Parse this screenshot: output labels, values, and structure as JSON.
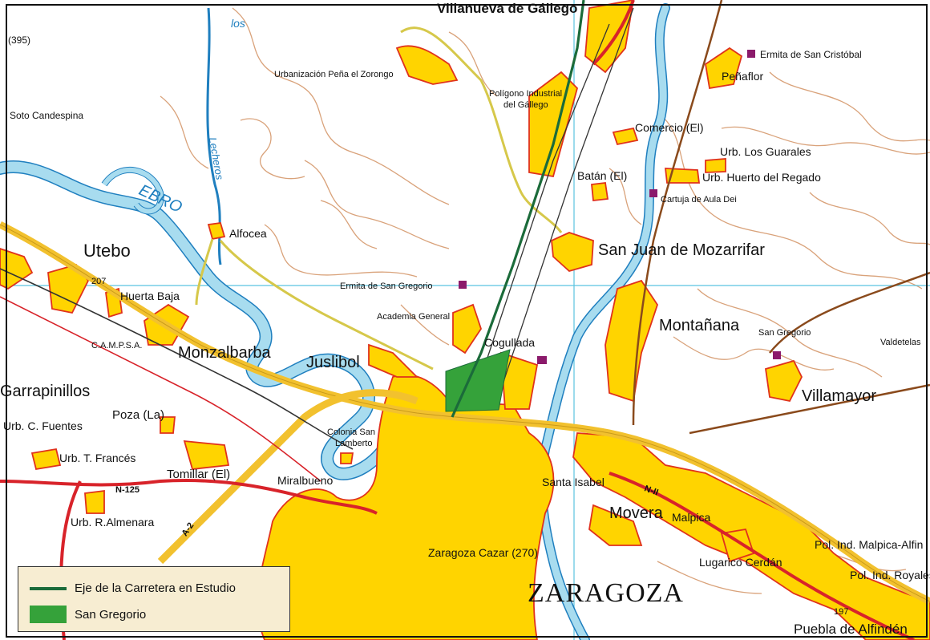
{
  "colors": {
    "background": "#ffffff",
    "urban": "#ffd400",
    "urban_border": "#e0321c",
    "river": "#a8dcef",
    "river_border": "#1f7fbf",
    "contour": "#d9a27a",
    "highway": "#f2c12e",
    "road_red": "#d8232a",
    "road_brown": "#8a4a1c",
    "study_axis": "#1b6b3a",
    "study_area": "#35a23a",
    "grid": "#5bc3e0",
    "monument": "#8b1a6b"
  },
  "labels": {
    "top_town": "Villanueva de Gállego",
    "km395": "(395)",
    "soto": "Soto Candespina",
    "urb_pena": "Urbanización Peña el Zorongo",
    "poligono1": "Polígono Industrial",
    "poligono2": "del Gállego",
    "ermita_cristobal": "Ermita de San Cristóbal",
    "penaflor": "Peñaflor",
    "comercio": "Comercio (El)",
    "urb_guarales": "Urb. Los Guarales",
    "batan": "Batán (El)",
    "urb_huerto": "Urb. Huerto del Regado",
    "cartuja": "Cartuja de Aula Dei",
    "lecheros": "Lecheros",
    "los": "los",
    "ebro": "EBRO",
    "alfocea": "Alfocea",
    "utebo": "Utebo",
    "km207": "207",
    "san_juan": "San Juan de Mozarrifar",
    "ermita_gregorio": "Ermita de San Gregorio",
    "huerta_baja": "Huerta Baja",
    "academia": "Academia General",
    "montanana": "Montañana",
    "san_gregorio_small": "San Gregorio",
    "valdetelas": "Valdetelas",
    "campsa": "C.A.M.P.S.A.",
    "monzalbarba": "Monzalbarba",
    "juslibol": "Juslibol",
    "cogullada": "Cogullada",
    "garrapinillos": "Garrapinillos",
    "villamayor": "Villamayor",
    "poza": "Poza (La)",
    "urb_fuentes": "Urb. C. Fuentes",
    "colonia1": "Colonia San",
    "colonia2": "Lamberto",
    "urb_frances": "Urb. T. Francés",
    "tomillar": "Tomillar (El)",
    "n125": "N-125",
    "miralbueno": "Miralbueno",
    "santa_isabel": "Santa Isabel",
    "n2": "N-II",
    "movera": "Movera",
    "malpica": "Malpica",
    "urb_almenara": "Urb. R.Almenara",
    "a2": "A-2",
    "zaragoza_cazar": "Zaragoza Cazar (270)",
    "pol_malpica": "Pol. Ind. Malpica-Alfin",
    "lugarico": "Lugarico Cerdán",
    "pol_royales": "Pol. Ind. Royales",
    "zaragoza": "ZARAGOZA",
    "km197": "197",
    "puebla": "Puebla de Alfindén"
  },
  "legend": {
    "items": [
      {
        "label": "Eje de la Carretera en Estudio",
        "kind": "line"
      },
      {
        "label": "San Gregorio",
        "kind": "area"
      }
    ]
  }
}
